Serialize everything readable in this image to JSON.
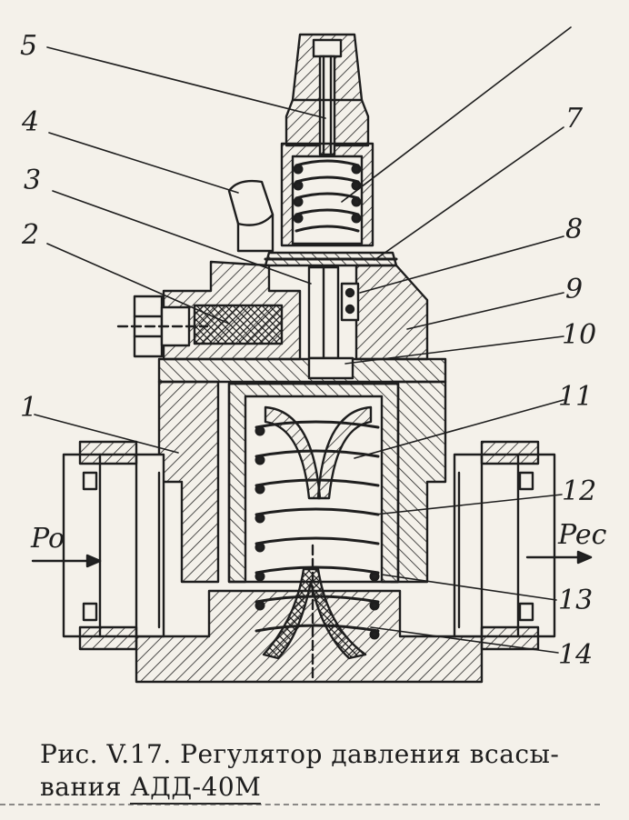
{
  "figure": {
    "callouts": [
      {
        "id": "c1",
        "label": "1"
      },
      {
        "id": "c2",
        "label": "2"
      },
      {
        "id": "c3",
        "label": "3"
      },
      {
        "id": "c4",
        "label": "4"
      },
      {
        "id": "c5",
        "label": "5"
      },
      {
        "id": "c7",
        "label": "7"
      },
      {
        "id": "c8",
        "label": "8"
      },
      {
        "id": "c9",
        "label": "9"
      },
      {
        "id": "c10",
        "label": "10"
      },
      {
        "id": "c11",
        "label": "11"
      },
      {
        "id": "c12",
        "label": "12"
      },
      {
        "id": "c13",
        "label": "13"
      },
      {
        "id": "c14",
        "label": "14"
      }
    ],
    "inlet_label": "Po",
    "outlet_label": "Pec"
  },
  "caption": {
    "line1": "Рис. V.17. Регулятор давления всасы-",
    "line2_prefix": "вания ",
    "line2_model": "АДД-40М"
  },
  "colors": {
    "ink": "#1e1e1e",
    "paper": "#f4f1ea"
  }
}
